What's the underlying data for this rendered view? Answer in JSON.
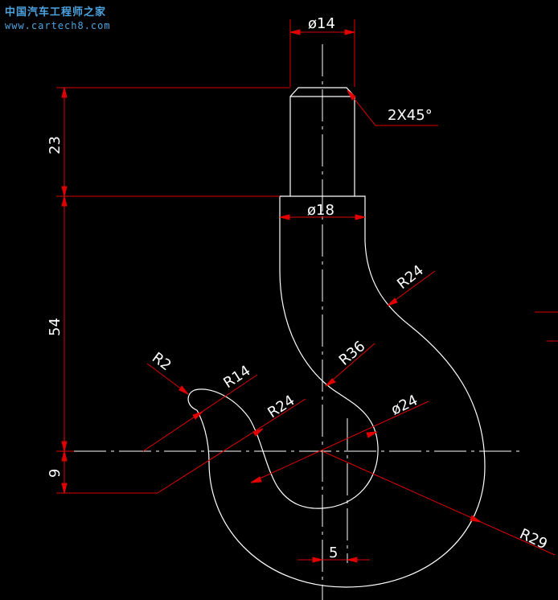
{
  "watermark": {
    "title": "中国汽车工程师之家",
    "url": "www.cartech8.com"
  },
  "colors": {
    "background": "#000000",
    "outline": "#ffffff",
    "dimension": "#e00000",
    "watermark": "#4da3e0"
  },
  "dimensions": {
    "shank_dia": "ø14",
    "chamfer": "2X45°",
    "neck_dia": "ø18",
    "shank_len": "23",
    "body_len": "54",
    "offset": "9",
    "r_outer_back": "R24",
    "r_inner_36": "R36",
    "r_tip": "R2",
    "r_tip14": "R14",
    "r_inner24": "R24",
    "bore_dia": "ø24",
    "r_outer29": "R29",
    "offset5": "5"
  }
}
